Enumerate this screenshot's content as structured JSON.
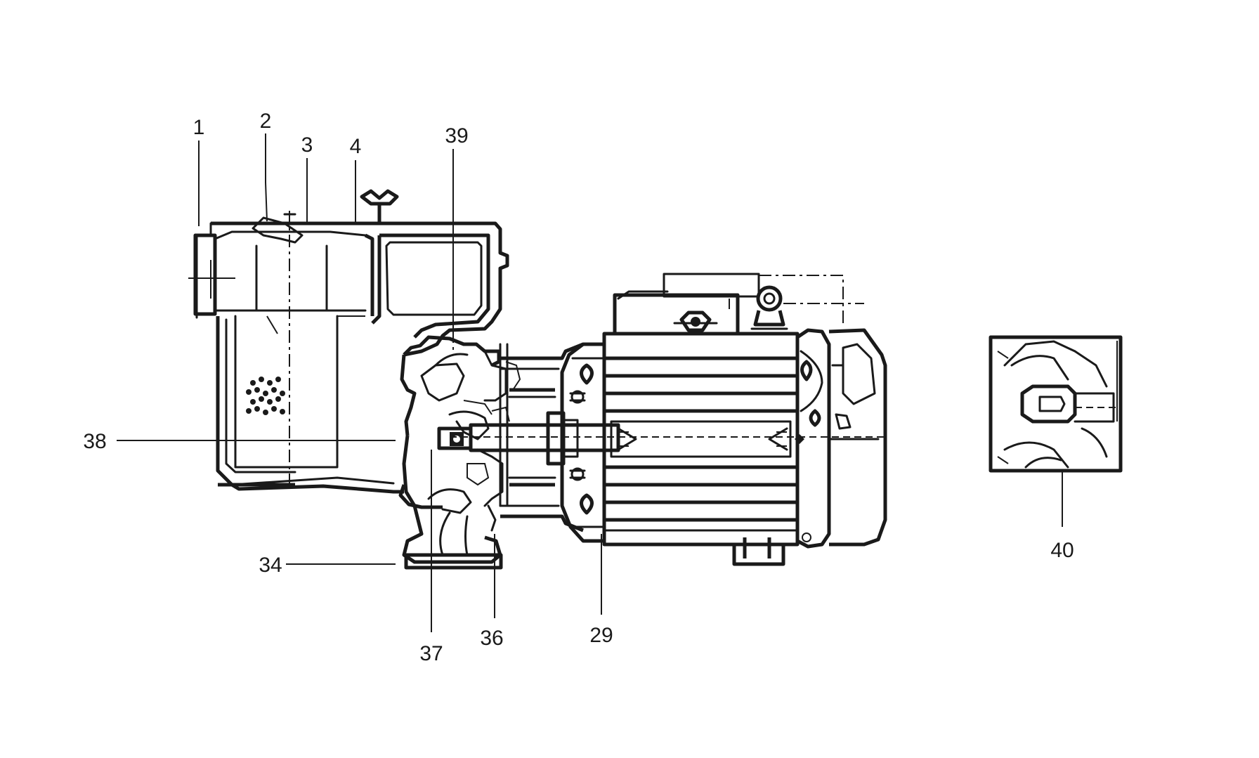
{
  "callouts": [
    {
      "id": "c1",
      "label": "1"
    },
    {
      "id": "c2",
      "label": "2"
    },
    {
      "id": "c3",
      "label": "3"
    },
    {
      "id": "c4",
      "label": "4"
    },
    {
      "id": "c39",
      "label": "39"
    },
    {
      "id": "c38",
      "label": "38"
    },
    {
      "id": "c34",
      "label": "34"
    },
    {
      "id": "c37",
      "label": "37"
    },
    {
      "id": "c36",
      "label": "36"
    },
    {
      "id": "c29",
      "label": "29"
    },
    {
      "id": "c40",
      "label": "40"
    }
  ]
}
